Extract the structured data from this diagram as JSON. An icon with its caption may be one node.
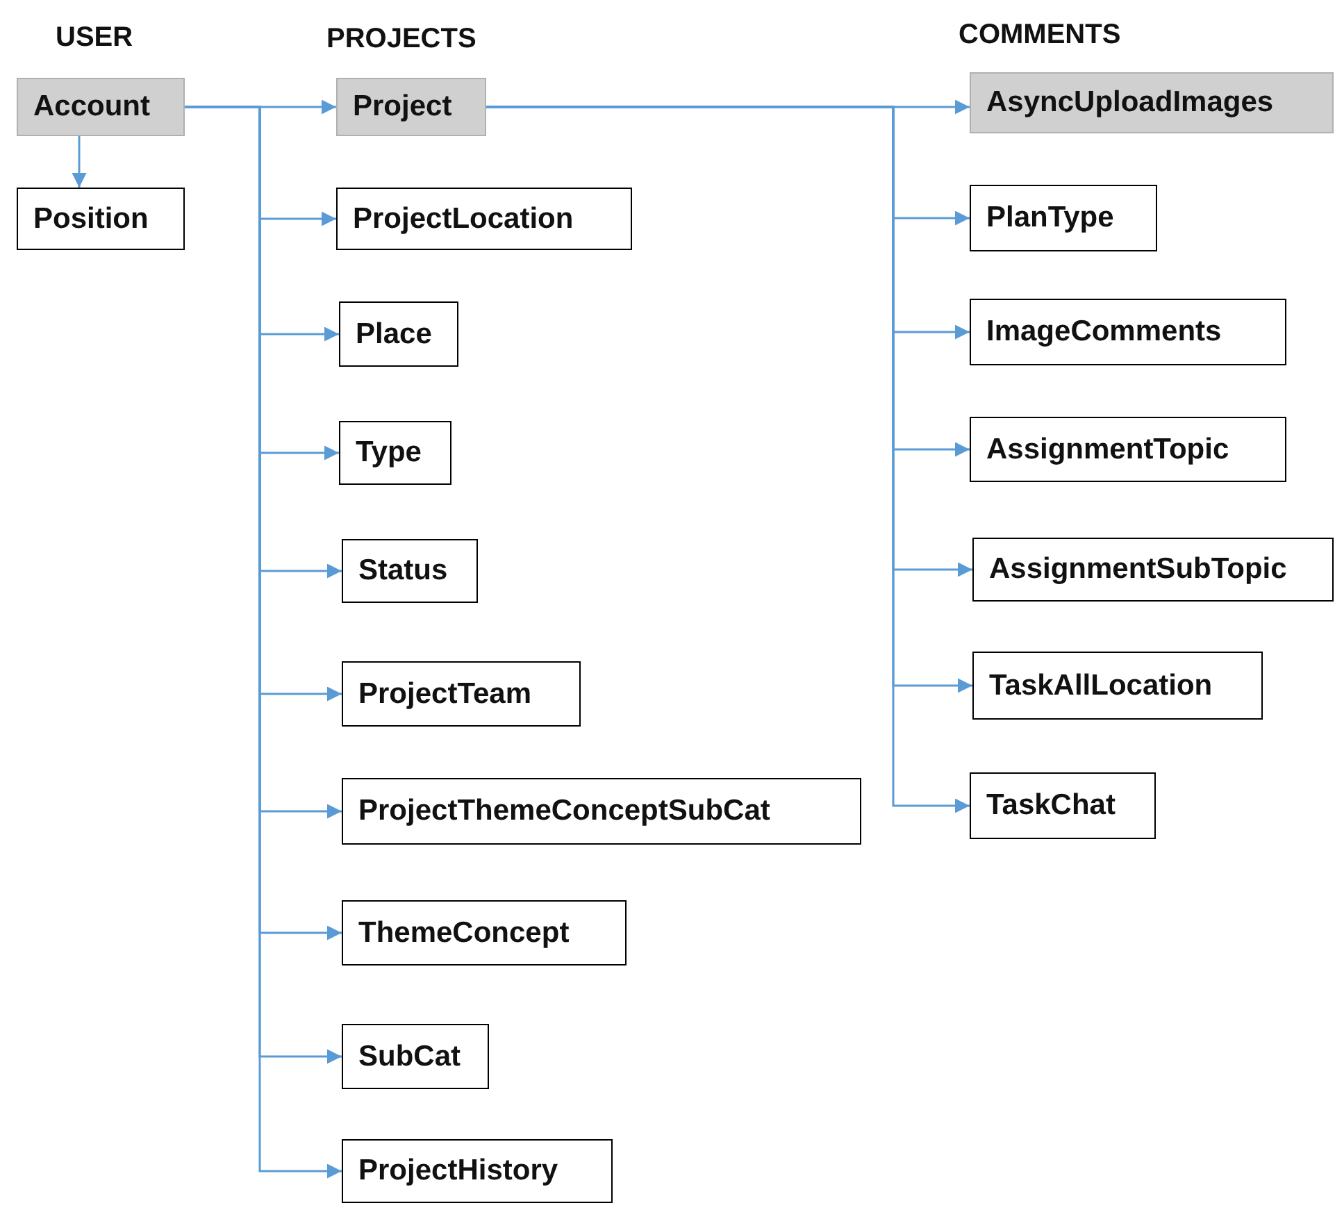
{
  "diagram": {
    "nodes": [
      {
        "text": [
          "Account"
        ]
      },
      {
        "text": [
          "Position"
        ]
      },
      {
        "text": [
          "Project"
        ]
      },
      {
        "text": [
          "ProjectLocation"
        ]
      },
      {
        "text": [
          "Place"
        ]
      },
      {
        "text": [
          "Type"
        ]
      },
      {
        "text": [
          "Status"
        ]
      },
      {
        "text": [
          "ProjectTeam"
        ]
      },
      {
        "text": [
          "ProjectThemeConceptSubCat"
        ]
      },
      {
        "text": [
          "ThemeConcept"
        ]
      },
      {
        "text": [
          "SubCat"
        ]
      },
      {
        "text": [
          "ProjectHistory"
        ]
      },
      {
        "text": [
          "AsyncUploadImages"
        ]
      },
      {
        "text": [
          "PlanType"
        ]
      },
      {
        "text": [
          "ImageComments"
        ]
      },
      {
        "text": [
          "AssignmentTopic"
        ]
      },
      {
        "text": [
          "AssignmentSubTopic"
        ]
      },
      {
        "text": [
          "TaskAllLocation"
        ]
      },
      {
        "text": [
          "TaskChat"
        ]
      }
    ],
    "edges": [
      {
        "from": 0,
        "to": 1,
        "arrow": "to"
      },
      {
        "from": 0,
        "to": 2,
        "arrow": "to"
      },
      {
        "from": 0,
        "to": 3,
        "arrow": "to"
      },
      {
        "from": 0,
        "to": 4,
        "arrow": "to"
      },
      {
        "from": 0,
        "to": 5,
        "arrow": "to"
      },
      {
        "from": 0,
        "to": 6,
        "arrow": "to"
      },
      {
        "from": 0,
        "to": 7,
        "arrow": "to"
      },
      {
        "from": 0,
        "to": 8,
        "arrow": "to"
      },
      {
        "from": 0,
        "to": 9,
        "arrow": "to"
      },
      {
        "from": 0,
        "to": 10,
        "arrow": "to"
      },
      {
        "from": 0,
        "to": 11,
        "arrow": "to"
      },
      {
        "from": 2,
        "to": 12,
        "arrow": "to"
      },
      {
        "from": 2,
        "to": 13,
        "arrow": "to"
      },
      {
        "from": 2,
        "to": 14,
        "arrow": "to"
      },
      {
        "from": 2,
        "to": 15,
        "arrow": "to"
      },
      {
        "from": 2,
        "to": 16,
        "arrow": "to"
      },
      {
        "from": 2,
        "to": 17,
        "arrow": "to"
      },
      {
        "from": 2,
        "to": 18,
        "arrow": "to"
      }
    ],
    "labels": [
      "USER",
      "PROJECTS",
      "COMMENTS"
    ]
  }
}
